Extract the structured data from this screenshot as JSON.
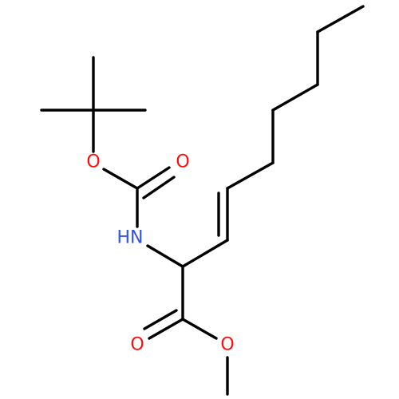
{
  "colors": {
    "bond": "#000000",
    "oxygen": "#ff0d0d",
    "nitrogen": "#3050f8"
  },
  "atoms": {
    "o_tbu": "O",
    "o_carbonyl_boc": "O",
    "nh": "HN",
    "o_carbonyl_ester": "O",
    "o_methoxy": "O"
  }
}
